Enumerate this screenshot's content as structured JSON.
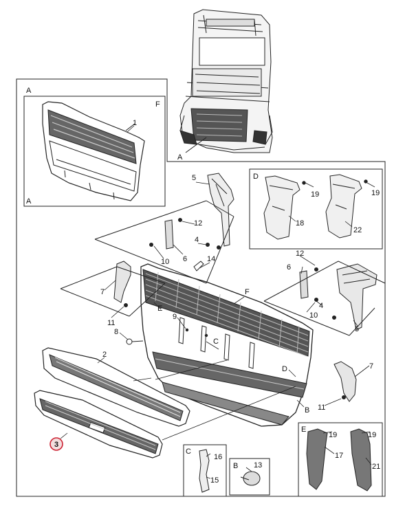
{
  "diagram": {
    "view_letters": {
      "a_top": "A",
      "a_panel": "A",
      "a_bottom": "A",
      "f_inset": "F",
      "f_main": "F",
      "d_inset": "D",
      "d_main": "D",
      "e_main": "E",
      "e_inset": "E",
      "c_main": "C",
      "c_inset": "C",
      "b_main": "B",
      "b_inset": "B"
    },
    "part_numbers": {
      "p1": "1",
      "p2": "2",
      "p3": "3",
      "p4_left": "4",
      "p4_right": "4",
      "p5_left": "5",
      "p5_right": "5",
      "p6_left": "6",
      "p6_right": "6",
      "p7_left": "7",
      "p7_right": "7",
      "p8": "8",
      "p9": "9",
      "p10_left": "10",
      "p10_right": "10",
      "p11_left": "11",
      "p11_right": "11",
      "p12_left": "12",
      "p12_right": "12",
      "p13": "13",
      "p14": "14",
      "p15": "15",
      "p16": "16",
      "p17": "17",
      "p18": "18",
      "p19_d1": "19",
      "p19_d2": "19",
      "p19_e1": "19",
      "p19_e2": "19",
      "p21": "21",
      "p22": "22"
    },
    "highlight_color": "#cc2233"
  }
}
